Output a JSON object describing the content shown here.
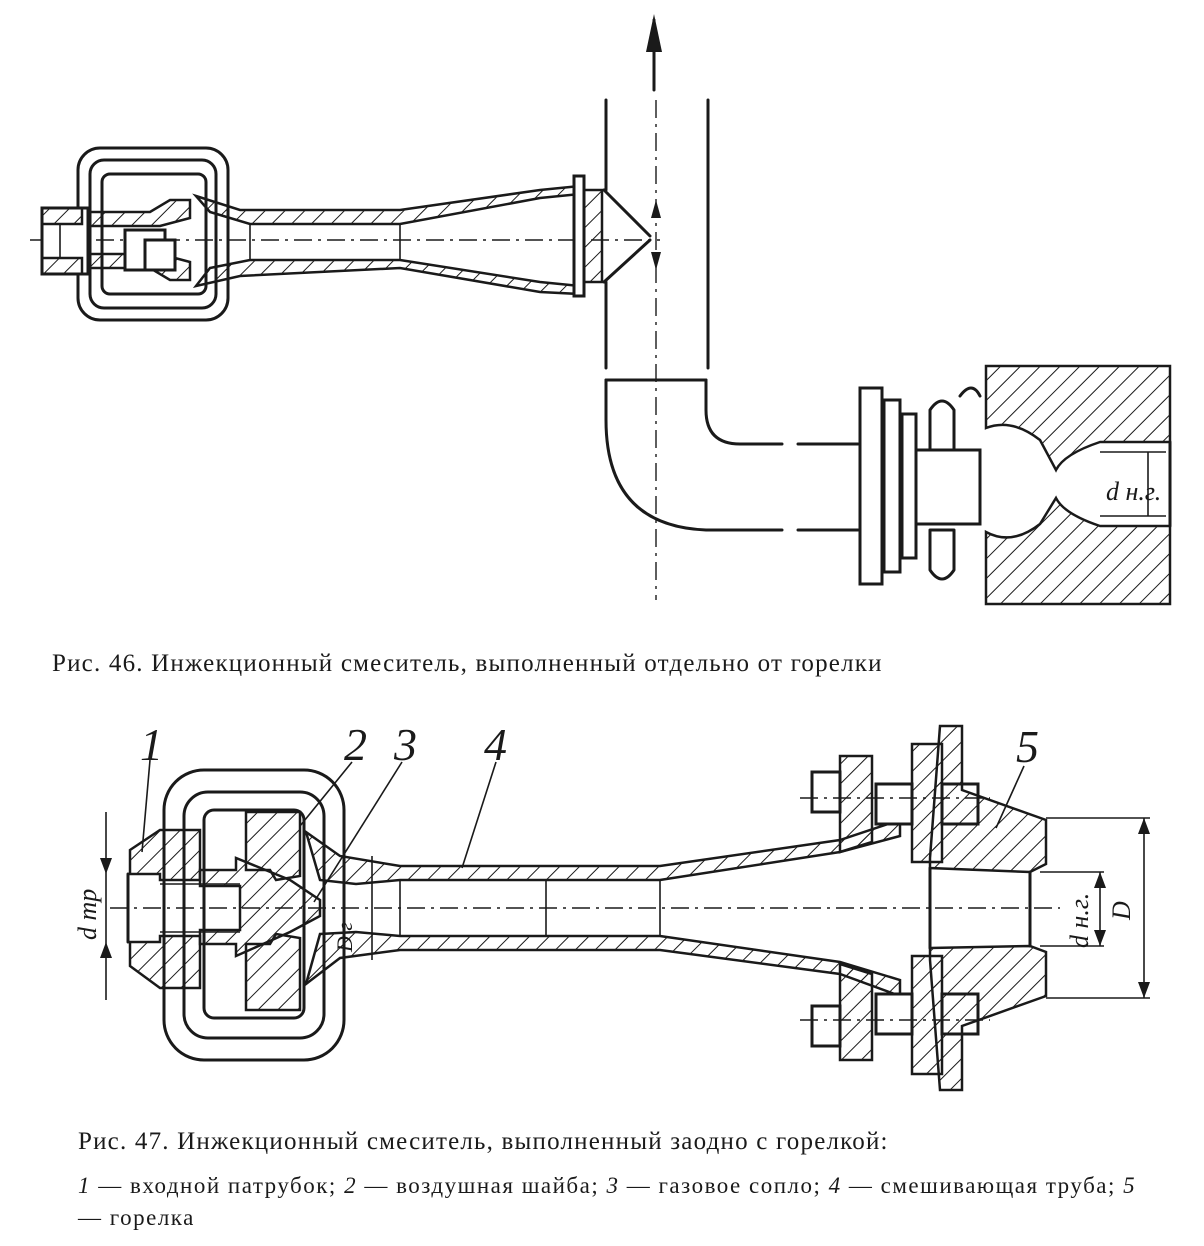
{
  "figure46": {
    "caption": "Рис. 46. Инжекционный смеситель, выполненный отдельно от горелки",
    "dimension_label": "d н.г."
  },
  "figure47": {
    "caption": "Рис. 47. Инжекционный смеситель, выполненный заодно с горелкой:",
    "callouts": [
      "1",
      "2",
      "3",
      "4",
      "5"
    ],
    "dimension_labels": {
      "d_tr": "d тр",
      "d_g": "D г",
      "d_ng": "d н.г.",
      "D": "D"
    },
    "legend": [
      {
        "num": "1",
        "text": "входной патрубок;"
      },
      {
        "num": "2",
        "text": "воздушная шайба;"
      },
      {
        "num": "3",
        "text": "газовое сопло;"
      },
      {
        "num": "4",
        "text": "смешивающая труба;"
      },
      {
        "num": "5",
        "text": "горелка"
      }
    ]
  }
}
